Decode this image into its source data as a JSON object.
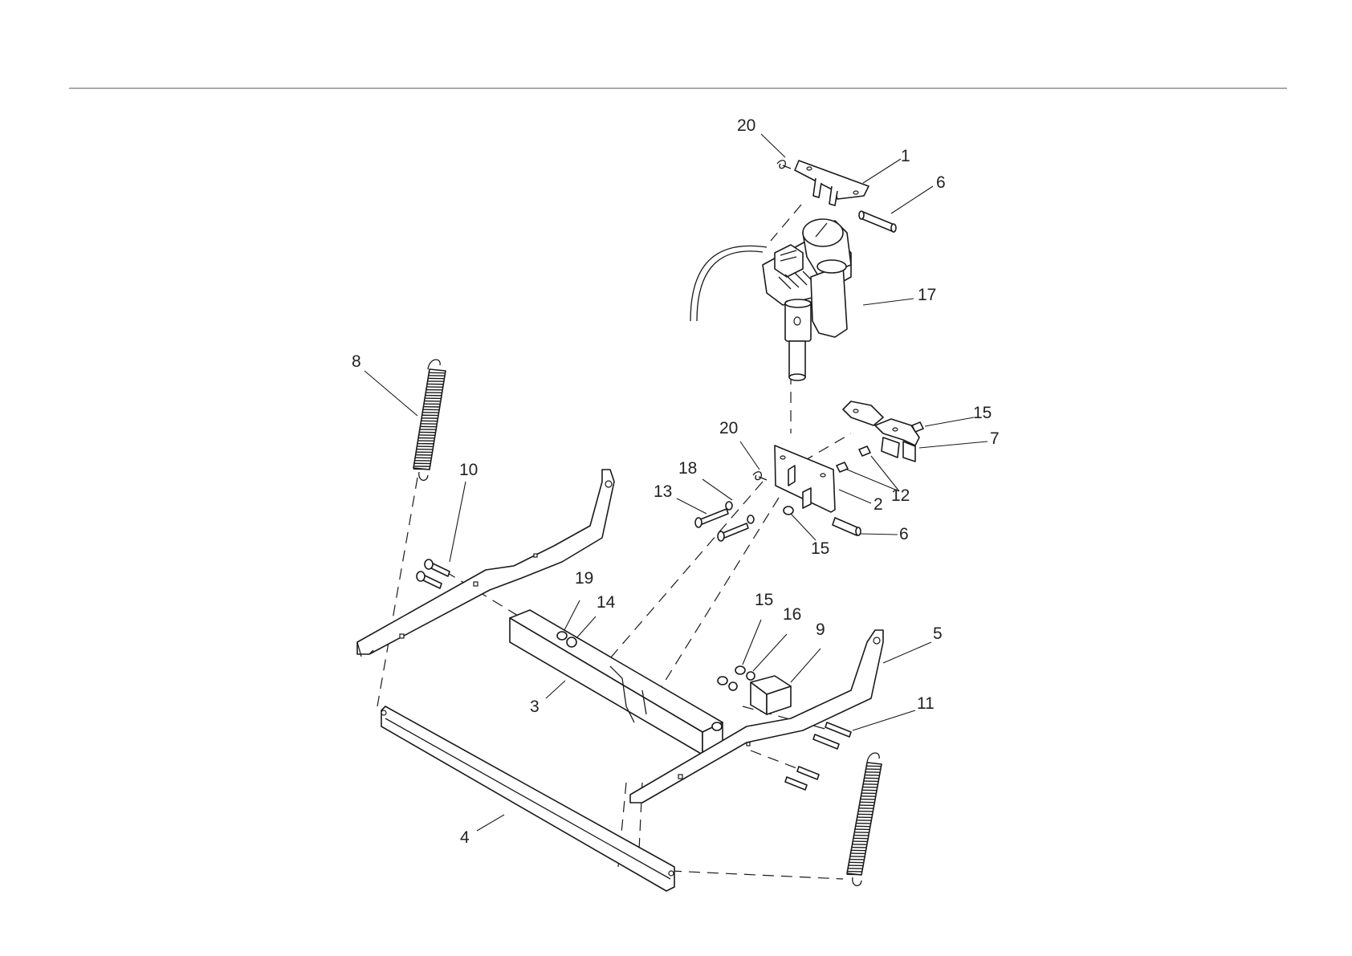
{
  "diagram": {
    "type": "exploded-parts-view",
    "callouts": [
      "20",
      "1",
      "6",
      "17",
      "8",
      "10",
      "20",
      "15",
      "7",
      "18",
      "13",
      "12",
      "2",
      "6",
      "15",
      "19",
      "14",
      "15",
      "16",
      "9",
      "5",
      "3",
      "11",
      "4"
    ]
  }
}
